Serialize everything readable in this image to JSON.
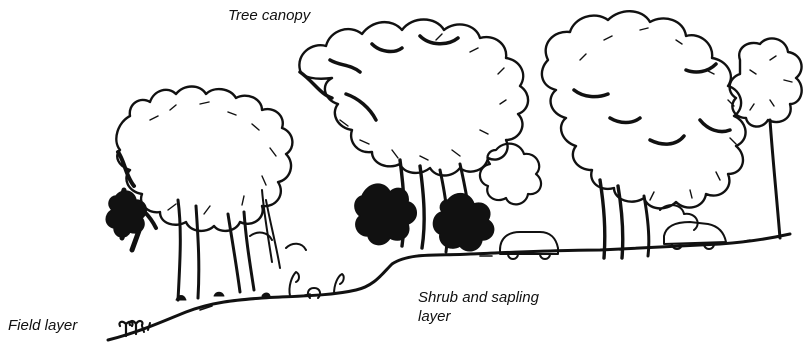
{
  "labels": {
    "canopy": "Tree canopy",
    "shrub_line1": "Shrub and sapling",
    "shrub_line2": "layer",
    "field": "Field layer"
  },
  "colors": {
    "ink": "#111111",
    "paper": "#ffffff"
  }
}
